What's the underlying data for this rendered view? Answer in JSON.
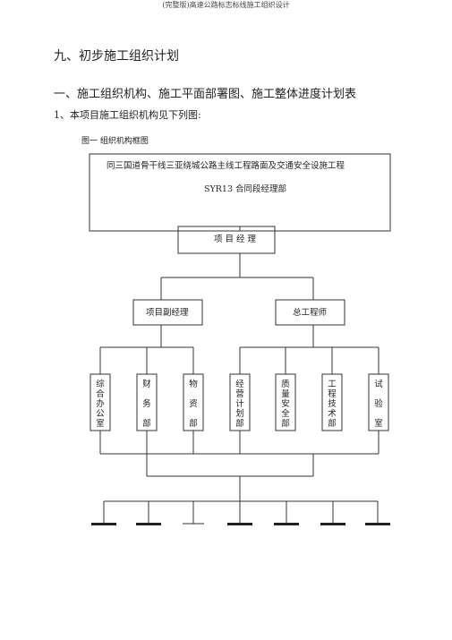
{
  "running_header": "(完整版)高速公路标志标线施工组织设计",
  "headings": {
    "h1": "九、初步施工组织计划",
    "h2": "一、施工组织机构、施工平面部署图、施工整体进度计划表",
    "h3": "1、本项目施工组织机构见下列图:"
  },
  "figure_caption": "图一    组织机构框图",
  "org_chart": {
    "top_line1": "同三国道骨干线三亚绕城公路主线工程路面及交通安全设施工程",
    "top_line2": "SYR13 合同段经理部",
    "manager": "项 目 经 理",
    "deputy": "项目副经理",
    "chief_engineer": "总工程师",
    "departments": [
      "综合办公室",
      "财务部",
      "物资部",
      "经营计划部",
      "质量安全部",
      "工程技术部",
      "试验室"
    ]
  }
}
